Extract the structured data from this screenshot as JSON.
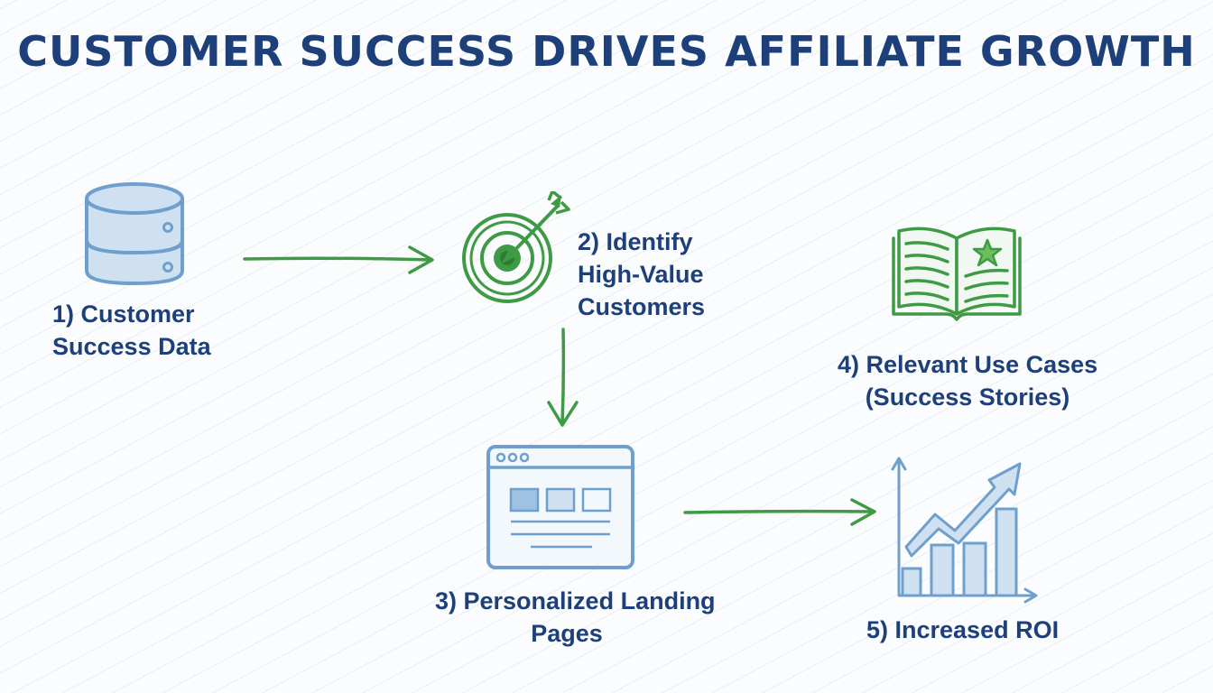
{
  "title": "CUSTOMER SUCCESS DRIVES AFFILIATE GROWTH",
  "steps": [
    {
      "line1": "1) Customer",
      "line2": "Success Data",
      "icon": "database-icon"
    },
    {
      "line1": "2) Identify",
      "line2": "High-Value",
      "line3": "Customers",
      "icon": "target-icon"
    },
    {
      "line1": "3) Personalized Landing",
      "line2": "Pages",
      "icon": "webpage-icon"
    },
    {
      "line1": "4) Relevant Use Cases",
      "line2": "(Success Stories)",
      "icon": "open-book-icon"
    },
    {
      "line1": "5) Increased ROI",
      "icon": "growth-chart-icon"
    }
  ],
  "colors": {
    "title": "#1d3f7a",
    "label": "#1d3f7a",
    "blue_icon": "#6f9fcc",
    "blue_fill": "#cfe1f1",
    "green": "#3f9a45"
  }
}
